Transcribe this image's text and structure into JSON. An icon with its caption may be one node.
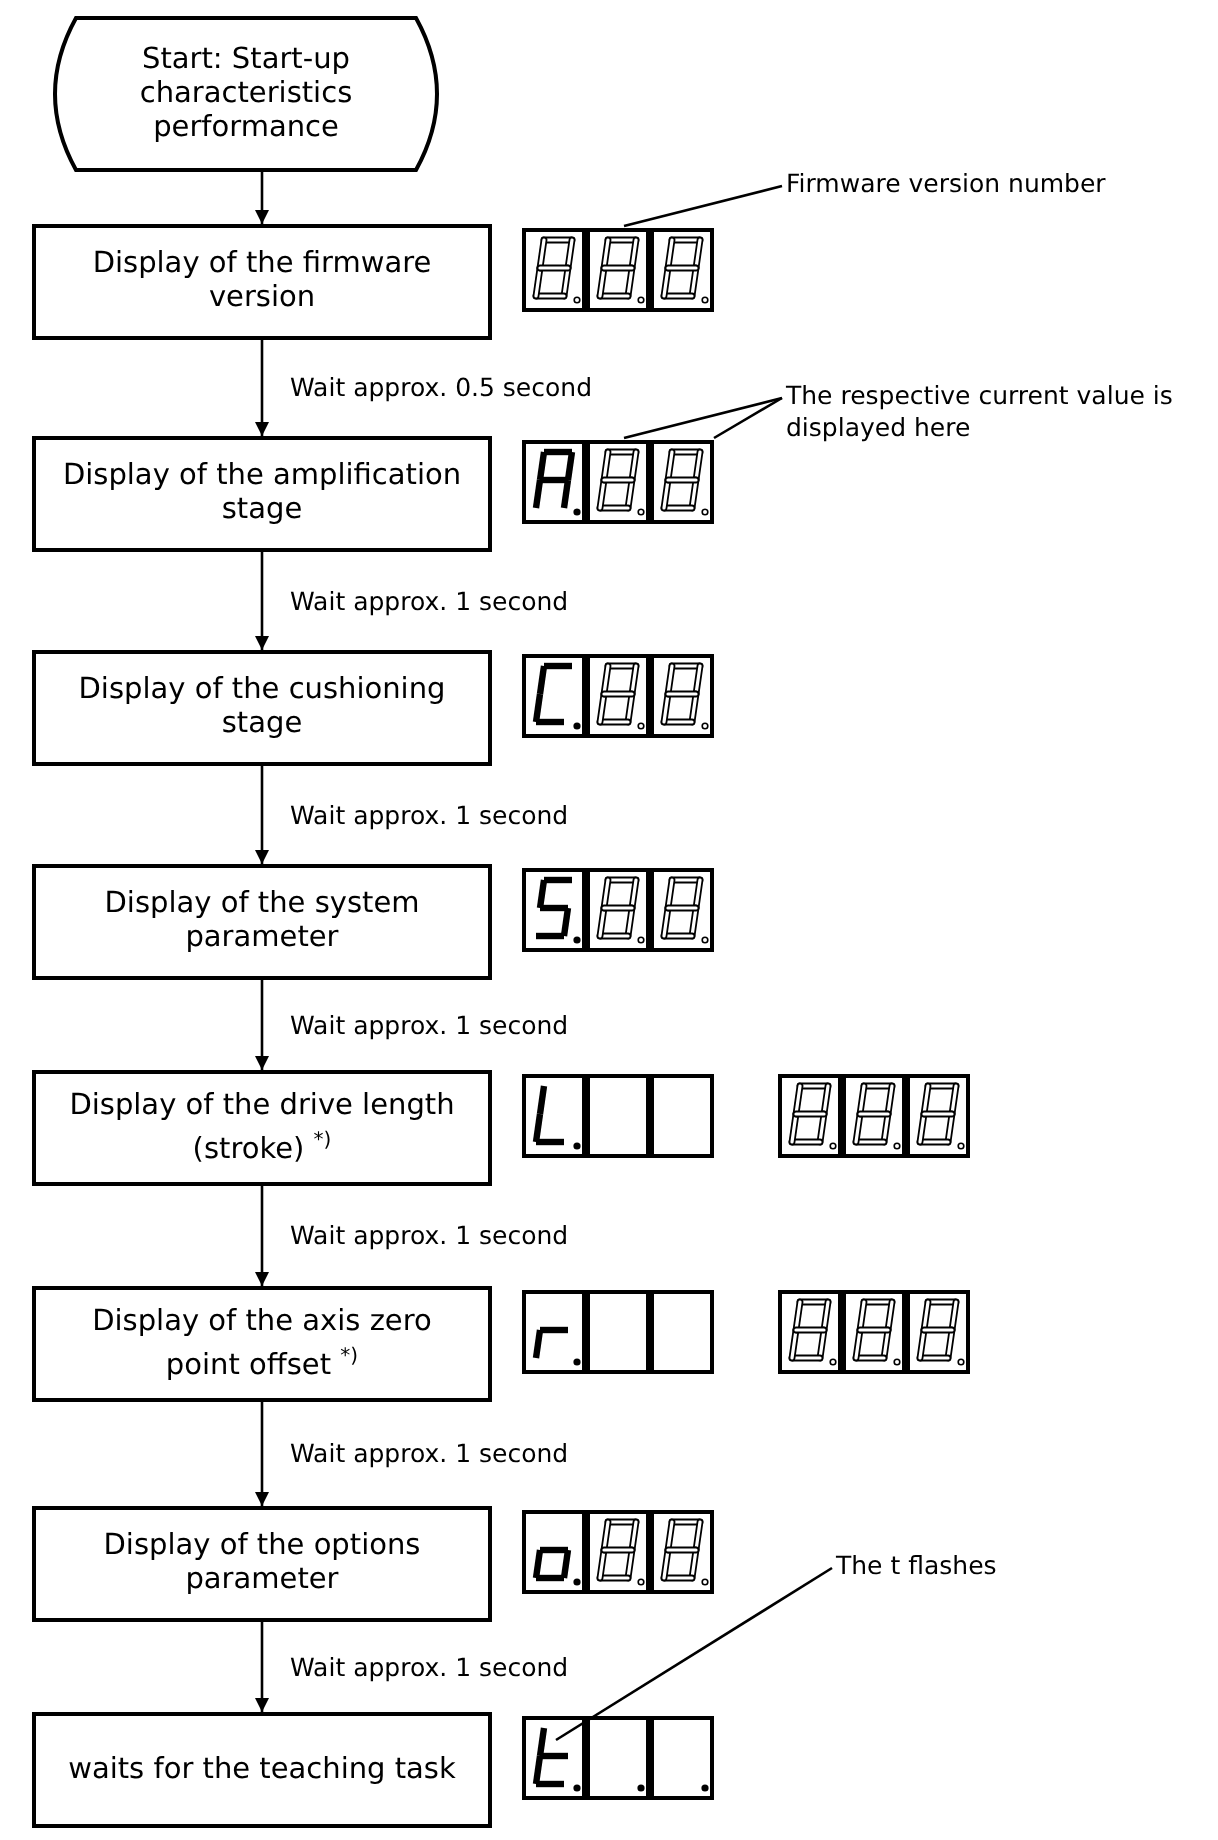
{
  "diagram": {
    "nodes": [
      {
        "text": [
          "Start: Start-up characteristics performance"
        ]
      },
      {
        "text": [
          "Display of the firmware version"
        ]
      },
      {
        "text": [
          "Firmware version number"
        ]
      },
      {
        "text": [
          "Display of the amplification stage"
        ]
      },
      {
        "text": [
          "The respective current value is displayed here"
        ]
      },
      {
        "text": [
          "Display of the cushioning stage"
        ]
      },
      {
        "text": [
          "Display of the system parameter"
        ]
      },
      {
        "text": [
          "Display of the drive length (stroke) $^{*)}$"
        ]
      },
      {
        "text": [
          "Display of the axis zero point offset $^{*)}$"
        ]
      },
      {
        "text": [
          "Display of the options parameter"
        ]
      },
      {
        "text": [
          "waits for the teaching task"
        ]
      },
      {
        "text": [
          "The t flashes"
        ]
      }
    ],
    "edges": [
      {
        "from": 0,
        "to": 1,
        "arrow": "to"
      },
      {
        "from": 1,
        "to": 3,
        "arrow": "to",
        "label": "Wait approx. 0.5 second"
      },
      {
        "from": 3,
        "to": 5,
        "arrow": "to",
        "label": "Wait approx. 1 second"
      },
      {
        "from": 5,
        "to": 6,
        "arrow": "to",
        "label": "Wait approx. 1 second"
      },
      {
        "from": 6,
        "to": 7,
        "arrow": "to",
        "label": "Wait approx. 1 second"
      },
      {
        "from": 7,
        "to": 8,
        "arrow": "to",
        "label": "Wait approx. 1 second"
      },
      {
        "from": 8,
        "to": 9,
        "arrow": "to",
        "label": "Wait approx. 1 second"
      },
      {
        "from": 9,
        "to": 10,
        "arrow": "to",
        "label": "Wait approx. 1 second"
      },
      {
        "from": 2,
        "to": null,
        "arrow": "none"
      },
      {
        "from": 4,
        "to": null,
        "arrow": "none"
      },
      {
        "from": 4,
        "to": null,
        "arrow": "none"
      },
      {
        "from": 11,
        "to": null,
        "arrow": "none"
      }
    ]
  }
}
